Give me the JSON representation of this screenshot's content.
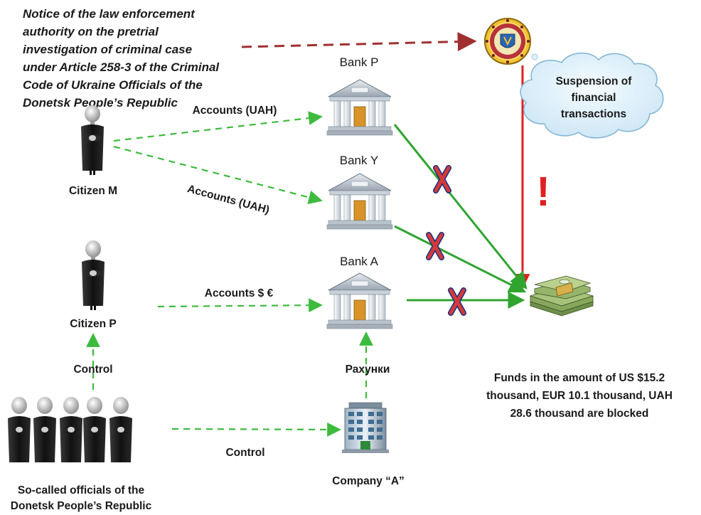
{
  "notice": {
    "lines": [
      "Notice of the law enforcement",
      "authority on the pretrial",
      "investigation of criminal case",
      "under Article 258-3 of the Criminal",
      "Code of Ukraine Officials of the",
      "Donetsk People’s Republic"
    ]
  },
  "banks": {
    "p": "Bank P",
    "y": "Bank Y",
    "a": "Bank A"
  },
  "persons": {
    "citizen_m": "Citizen M",
    "citizen_p": "Citizen P",
    "officials": [
      "So-called officials of the",
      "Donetsk People’s Republic"
    ]
  },
  "flows": {
    "m_to_p": "Accounts (UAH)",
    "m_to_y": "Accounts (UAH)",
    "p_to_a": "Accounts $ €",
    "officials_to_p": "Control",
    "officials_to_company": "Control",
    "company_to_a": "Рахунки"
  },
  "company": {
    "label": "Company “A”"
  },
  "cloud": {
    "lines": [
      "Suspension of",
      "financial",
      "transactions"
    ]
  },
  "blocked_note": {
    "lines": [
      "Funds in the amount of US $15.2",
      "thousand, EUR 10.1 thousand, UAH",
      "28.6 thousand are blocked"
    ]
  },
  "alert": "!",
  "colors": {
    "control_arrow": "#3dbb3d",
    "funds_arrow": "#2fa52f",
    "notice_arrow": "#a03030",
    "suspension_line": "#e02020",
    "block_mark": "#c0392b",
    "cloud_fill": "#dff0fa"
  },
  "icons": {
    "agency_seal": "law-enforcement-seal-icon",
    "bank": "bank-building-icon",
    "person": "person-silhouette-icon",
    "company": "office-building-icon",
    "money": "money-stack-icon",
    "block": "x-mark-icon"
  }
}
